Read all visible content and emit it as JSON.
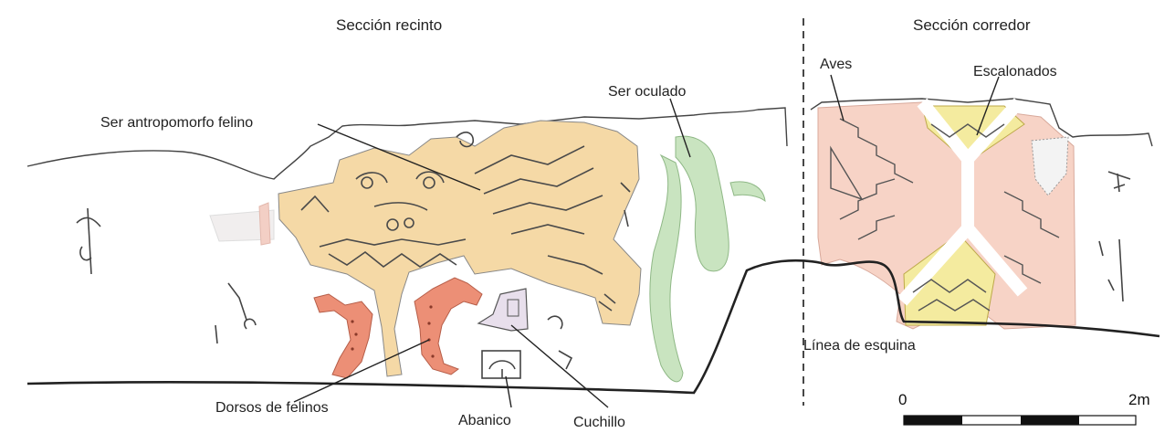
{
  "sections": {
    "left": "Sección recinto",
    "right": "Sección corredor"
  },
  "labels": {
    "ser_antropomorfo": "Ser antropomorfo felino",
    "ser_oculado": "Ser oculado",
    "aves": "Aves",
    "escalonados": "Escalonados",
    "linea_esquina": "Línea de esquina",
    "dorsos": "Dorsos de felinos",
    "abanico": "Abanico",
    "cuchillo": "Cuchillo"
  },
  "scale": {
    "start": "0",
    "end": "2m"
  },
  "colors": {
    "feline_ochre": "#f5d9a6",
    "dorsos_red": "#ec8f76",
    "oculado_green": "#c9e4c0",
    "aves_pink": "#f7d3c6",
    "escalonados_yellow": "#f4eb9f",
    "knife_lilac": "#e8dfec",
    "line": "#333333"
  }
}
